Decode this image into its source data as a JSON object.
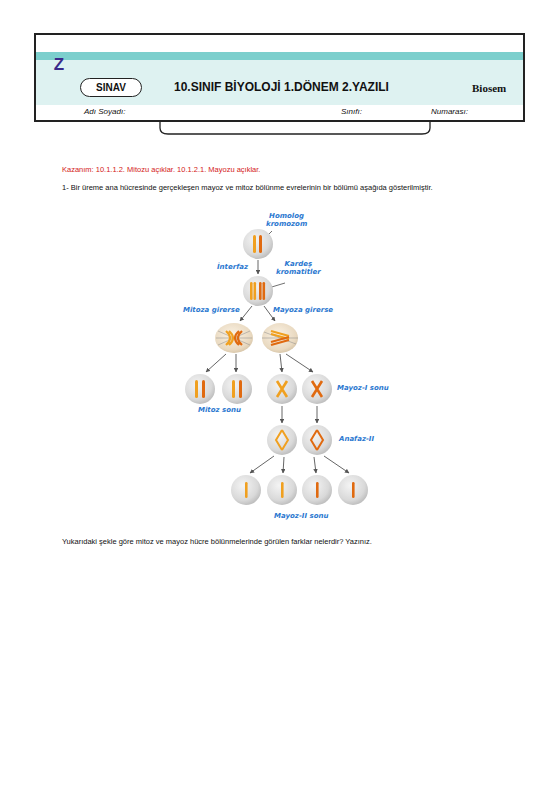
{
  "diagram": {
    "nodes": [
      {
        "text": [
          "10.SINIF BİYOLOJİ 1.DÖNEM 2.YAZILI",
          "Biosem",
          "Adı Soyadı:",
          "Sınıfı:",
          "Numarası:"
        ]
      },
      {
        "text": [
          "SINAV"
        ],
        "in": 0
      }
    ],
    "labels": [
      "Kazanım: 10.1.1.2. Mitozu açıklar. 10.1.2.1. Mayozu açıklar.",
      "1- Bir üreme ana hücresinde gerçekleşen mayoz ve mitoz bölünme evrelerinin bir bölümü aşağıda gösterilmiştir.",
      "Homolog kromozom",
      "İnterfaz",
      "Kardeş kromatitler",
      "Mitoza girerse",
      "Mayoza girerse",
      "Mitoz sonu",
      "Mayoz-I sonu",
      "Anafaz-II",
      "Mayoz-II sonu",
      "Yukarıdaki şekle göre mitoz ve mayoz hücre bölünmelerinde görülen farklar nelerdir? Yazınız.",
      "Z"
    ]
  }
}
